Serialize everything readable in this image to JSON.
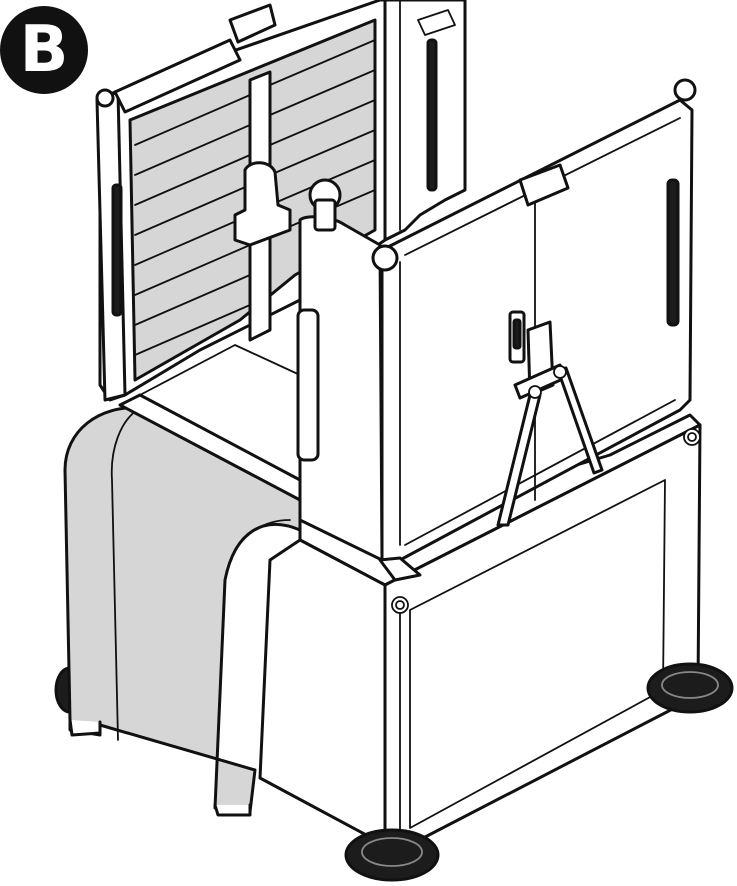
{
  "figure": {
    "step_label": "B",
    "colors": {
      "outline": "#111111",
      "panel_fill": "#ffffff",
      "cover_fill": "#d6d6d6",
      "feet_fill": "#1c1c1c",
      "badge_fill": "#111111"
    },
    "icons": [
      "step-badge",
      "learning-tower-illustration"
    ]
  }
}
